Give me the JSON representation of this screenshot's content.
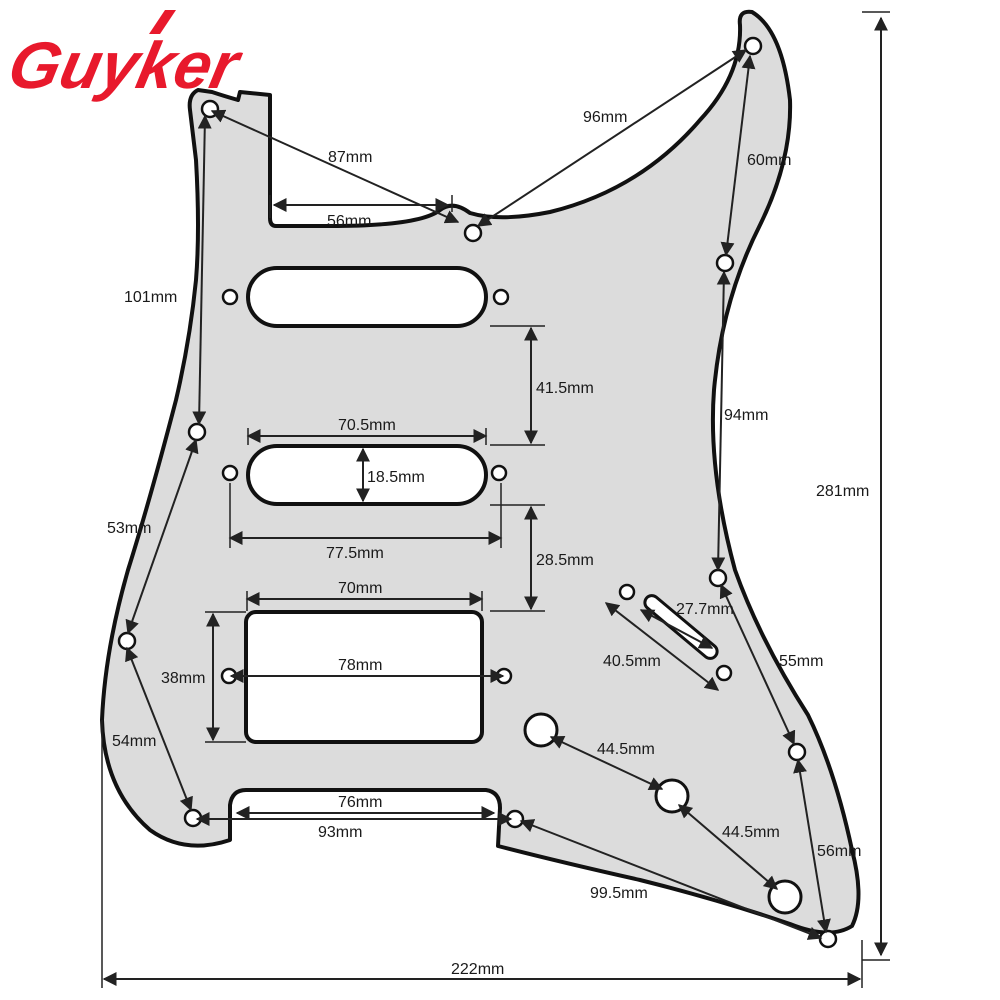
{
  "brand": {
    "name": "Guyker",
    "color": "#e8192c"
  },
  "colors": {
    "pickguard_fill": "#dcdcdc",
    "outline": "#111111",
    "dimension_line": "#222222",
    "cutout_fill": "#ffffff"
  },
  "dimensions": {
    "hole_top_left_to_bridge": "87mm",
    "neck_slot_width": "56mm",
    "top_horn_to_bridge": "96mm",
    "right_top_holes": "60mm",
    "neck_pickup_hole_span": "101mm",
    "neck_to_middle_pickup": "41.5mm",
    "middle_pickup_length": "70.5mm",
    "middle_pickup_width": "18.5mm",
    "middle_pickup_hole_span": "77.5mm",
    "middle_to_humbucker": "28.5mm",
    "right_side_holes": "94mm",
    "overall_height": "281mm",
    "left_upper_holes": "53mm",
    "humbucker_length": "70mm",
    "humbucker_hole_span": "78mm",
    "humbucker_width": "38mm",
    "switch_slot_length": "27.7mm",
    "switch_hole_span": "40.5mm",
    "right_lower_holes": "55mm",
    "left_lower_holes": "54mm",
    "knob_spacing_1": "44.5mm",
    "knob_spacing_2": "44.5mm",
    "bottom_slot_width": "76mm",
    "bottom_holes_span": "93mm",
    "bottom_right_holes": "56mm",
    "bottom_diagonal": "99.5mm",
    "overall_width": "222mm"
  }
}
